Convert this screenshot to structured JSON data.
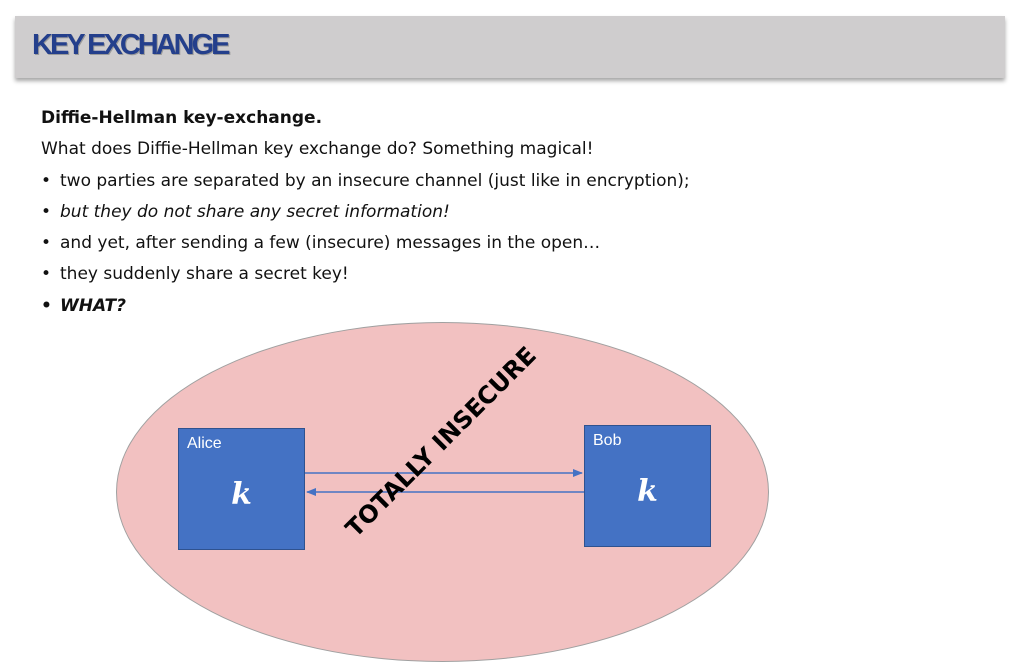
{
  "header": {
    "title": "KEY EXCHANGE"
  },
  "content": {
    "heading": "Diffie-Hellman key-exchange.",
    "intro": "What does Diffie-Hellman key exchange do? Something magical!",
    "bullets": [
      "two parties are separated by an insecure channel (just like in encryption);",
      "but they do not share any secret information!",
      "and yet, after sending a few (insecure) messages in the open…",
      "they suddenly share a secret key!",
      "WHAT?"
    ]
  },
  "diagram": {
    "alice": {
      "name": "Alice",
      "key": "k"
    },
    "bob": {
      "name": "Bob",
      "key": "k"
    },
    "channel_label": "TOTALLY INSECURE",
    "colors": {
      "ellipse": "#f2c1c1",
      "box": "#4472c4",
      "arrow": "#4472c4",
      "title": "#243f8c"
    }
  }
}
